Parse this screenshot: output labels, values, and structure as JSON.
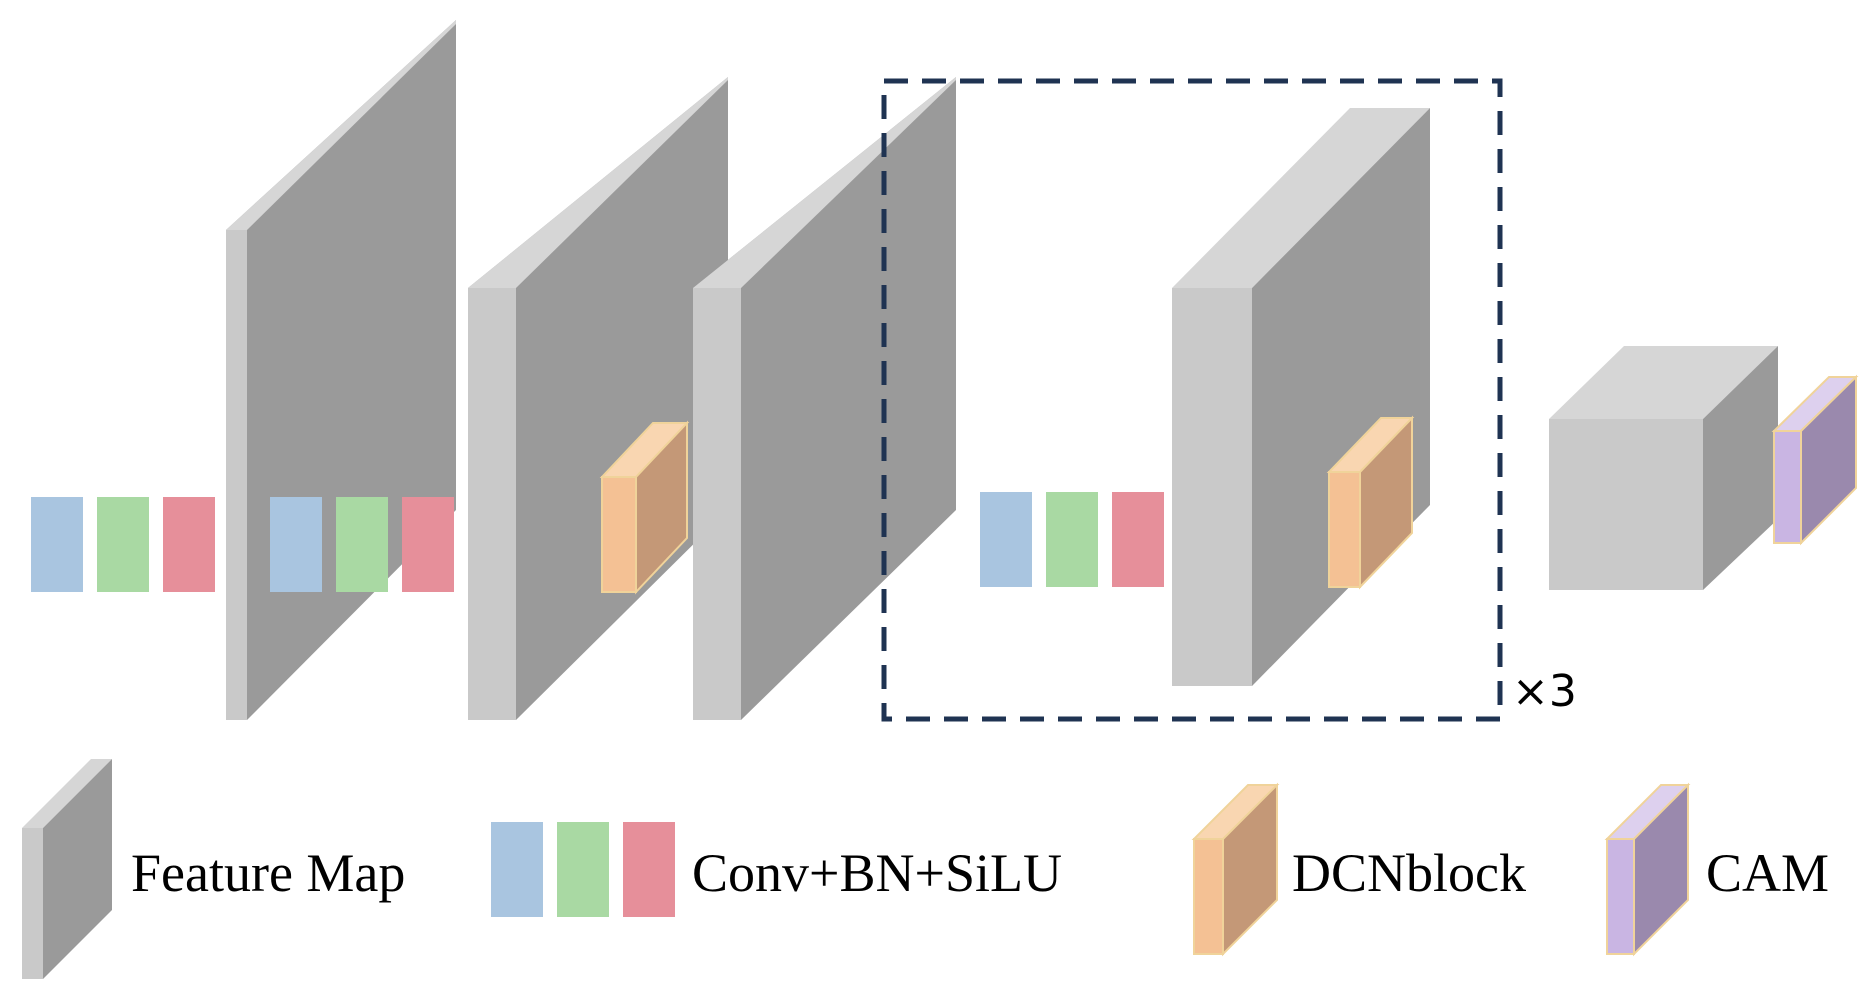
{
  "diagram": {
    "repeat_label": "×3"
  },
  "legend": {
    "feature_map": "Feature Map",
    "conv_bn_silu": "Conv+BN+SiLU",
    "dcnblock": "DCNblock",
    "cam": "CAM"
  },
  "colors": {
    "feature_map_front": "#c9c9c9",
    "feature_map_side": "#9a9a9a",
    "feature_map_top": "#d6d6d6",
    "conv": "#a9c5e0",
    "bn": "#a9d9a3",
    "silu": "#e68f9a",
    "dcn_front": "#f4c194",
    "dcn_side": "#c49877",
    "dcn_top": "#f9d6b1",
    "cam_front": "#c9b5e3",
    "cam_side": "#9a89ad",
    "cam_top": "#ddd0ee",
    "dashed_box": "#1f3352"
  }
}
